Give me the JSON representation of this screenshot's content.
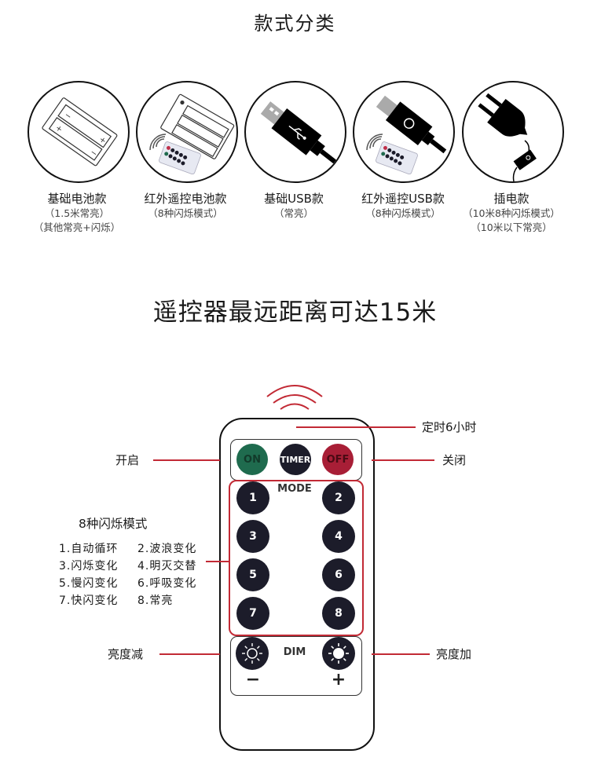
{
  "section1": {
    "title": "款式分类",
    "categories": [
      {
        "icon": "battery-box-icon",
        "name": "基础电池款",
        "notes": [
          "（1.5米常亮）",
          "（其他常亮+闪烁）"
        ]
      },
      {
        "icon": "ir-remote-battery-icon",
        "name": "红外遥控电池款",
        "notes": [
          "（8种闪烁模式）"
        ]
      },
      {
        "icon": "usb-plug-icon",
        "name": "基础USB款",
        "notes": [
          "（常亮）"
        ]
      },
      {
        "icon": "ir-remote-usb-icon",
        "name": "红外遥控USB款",
        "notes": [
          "（8种闪烁模式）"
        ]
      },
      {
        "icon": "power-plug-icon",
        "name": "插电款",
        "notes": [
          "（10米8种闪烁模式）",
          "（10米以下常亮）"
        ]
      }
    ]
  },
  "section2": {
    "title": "遥控器最远距离可达15米",
    "remote": {
      "top_buttons": [
        {
          "label": "ON",
          "color": "#1f6b4e",
          "text_color": "#123a2a"
        },
        {
          "label": "TIMER",
          "color": "#1c1c2a",
          "text_color": "#ffffff"
        },
        {
          "label": "OFF",
          "color": "#a81e36",
          "text_color": "#4a0a14"
        }
      ],
      "mode_label": "MODE",
      "mode_buttons": [
        "1",
        "2",
        "3",
        "4",
        "5",
        "6",
        "7",
        "8"
      ],
      "dim_label": "DIM",
      "dim_minus": "−",
      "dim_plus": "+"
    },
    "annotations": {
      "timer": "定时6小时",
      "on": "开启",
      "off": "关闭",
      "dim_down": "亮度减",
      "dim_up": "亮度加"
    },
    "modes": {
      "title": "8种闪烁模式",
      "rows": [
        [
          "1.自动循环",
          "2.波浪变化"
        ],
        [
          "3.闪烁变化",
          "4.明灭交替"
        ],
        [
          "5.慢闪变化",
          "6.呼吸变化"
        ],
        [
          "7.快闪变化",
          "8.常亮"
        ]
      ]
    },
    "accent_color": "#c22a35"
  }
}
